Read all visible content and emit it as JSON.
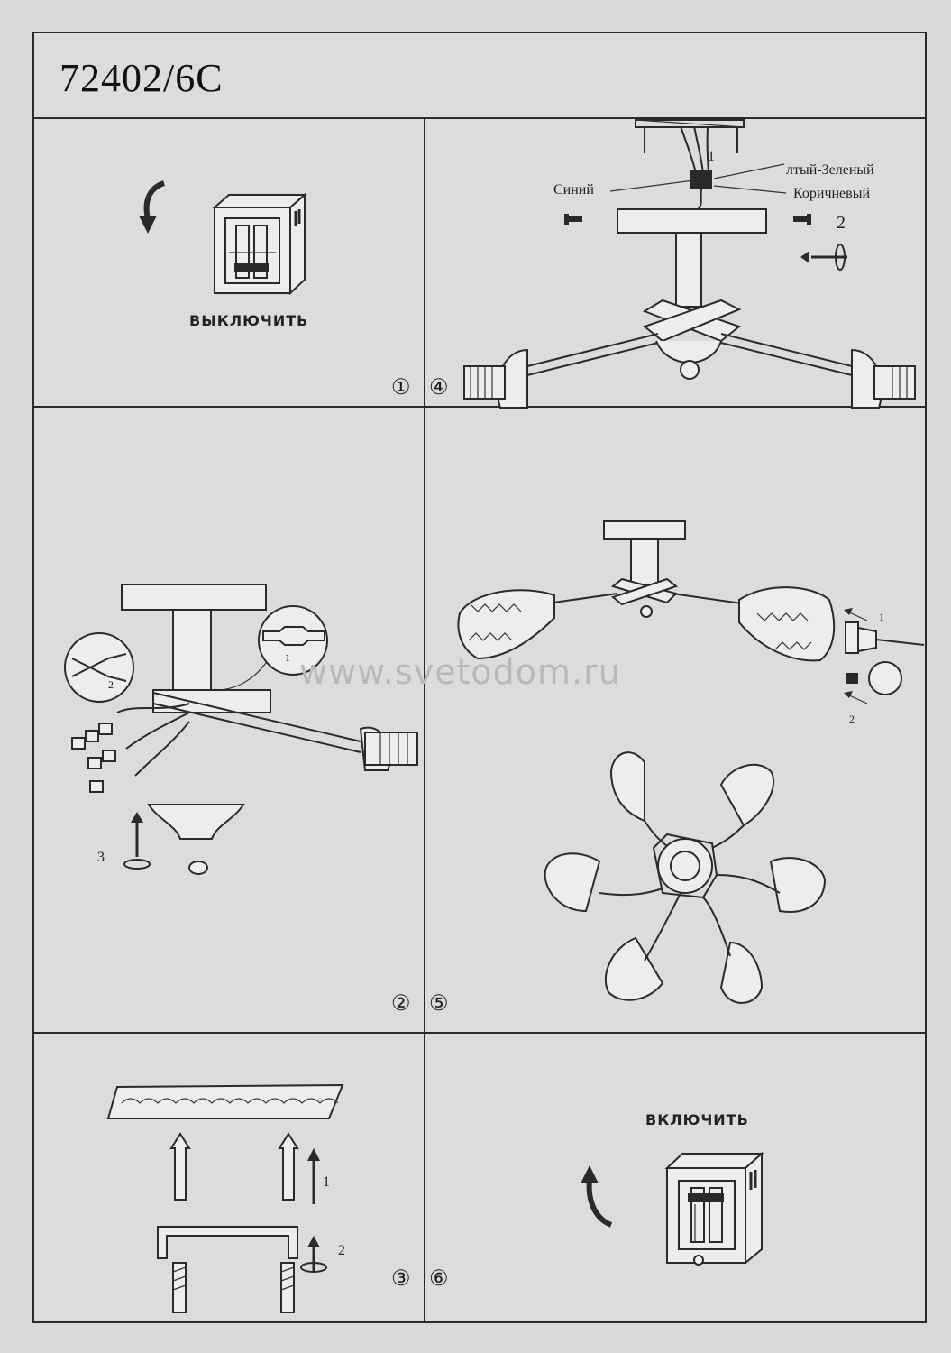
{
  "document": {
    "model": "72402/6C",
    "panel1": {
      "label": "ВЫКЛЮЧИТЬ",
      "step": "①"
    },
    "panel4": {
      "step": "④",
      "wire_num": "1",
      "screw_num": "2",
      "wires": {
        "yellow_green": "лтый-Зеленый",
        "blue": "Синий",
        "brown": "Коричневый"
      }
    },
    "panel2": {
      "step": "②",
      "num1": "1",
      "num2": "2",
      "num3": "3"
    },
    "panel5": {
      "step": "⑤",
      "num1": "1",
      "num2": "2"
    },
    "panel3": {
      "step": "③",
      "num1": "1",
      "num2": "2"
    },
    "panel6": {
      "label": "ВКЛЮЧИТЬ",
      "step": "⑥"
    },
    "watermark": "www.svetodom.ru"
  },
  "icons": [
    "switch-off-icon",
    "switch-on-icon",
    "arrow-down-icon",
    "arrow-up-icon",
    "wrench-icon",
    "pliers-icon",
    "screw-icon",
    "bulb-icon"
  ]
}
